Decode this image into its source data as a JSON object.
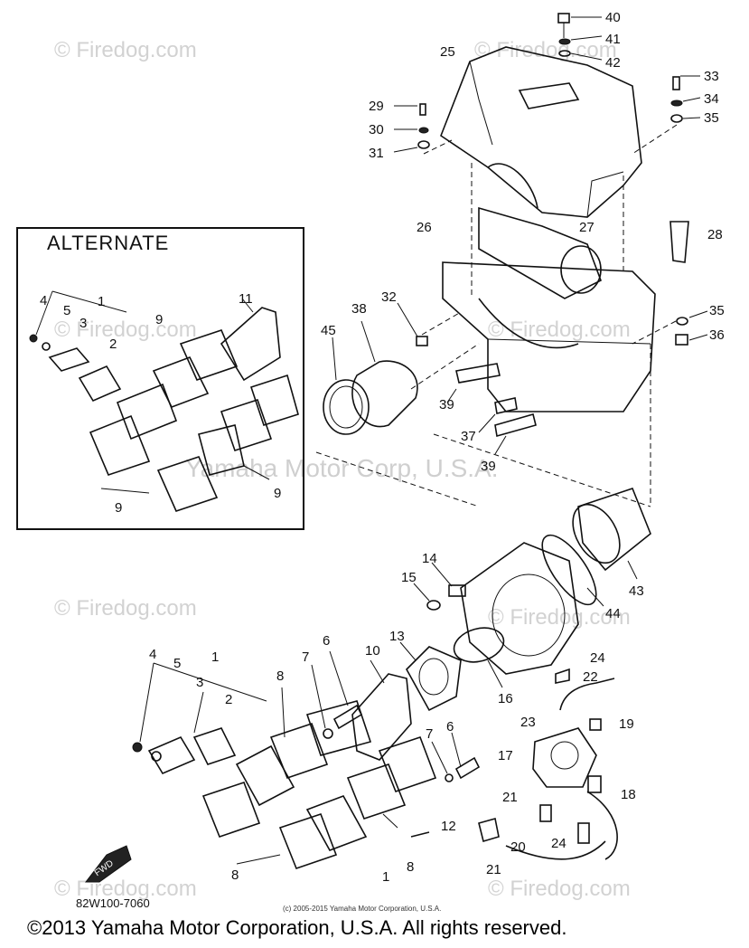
{
  "alternate_label": "ALTERNATE",
  "part_code": "82W100-7060",
  "fine_print": "(c) 2005-2015 Yamaha Motor Corporation, U.S.A.",
  "copyright": "©2013 Yamaha Motor Corporation, U.S.A. All rights reserved.",
  "watermarks": {
    "firedog": "© Firedog.com",
    "yamaha": "Yamaha Motor Corp, U.S.A."
  },
  "fwd_label": "FWD",
  "callouts": {
    "n40": "40",
    "n41": "41",
    "n42": "42",
    "n25": "25",
    "n33": "33",
    "n34": "34",
    "n35a": "35",
    "n29": "29",
    "n30": "30",
    "n31": "31",
    "n26": "26",
    "n27": "27",
    "n28": "28",
    "n32": "32",
    "n38": "38",
    "n45": "45",
    "n35b": "35",
    "n36": "36",
    "n39a": "39",
    "n37": "37",
    "n39b": "39",
    "alt_n4": "4",
    "alt_n5": "5",
    "alt_n1": "1",
    "alt_n9a": "9",
    "alt_n11": "11",
    "alt_n3": "3",
    "alt_n2": "2",
    "alt_n9b": "9",
    "alt_n9c": "9",
    "n43": "43",
    "n44": "44",
    "n14": "14",
    "n15": "15",
    "n13": "13",
    "n16": "16",
    "n24a": "24",
    "n22": "22",
    "n23": "23",
    "n19": "19",
    "n17": "17",
    "n18": "18",
    "n21a": "21",
    "n24b": "24",
    "n20": "20",
    "n21b": "21",
    "n4": "4",
    "n5": "5",
    "n1a": "1",
    "n3": "3",
    "n2": "2",
    "n6a": "6",
    "n7a": "7",
    "n10": "10",
    "n8a": "8",
    "n7b": "7",
    "n6b": "6",
    "n12": "12",
    "n8b": "8",
    "n8c": "8",
    "n1b": "1"
  }
}
